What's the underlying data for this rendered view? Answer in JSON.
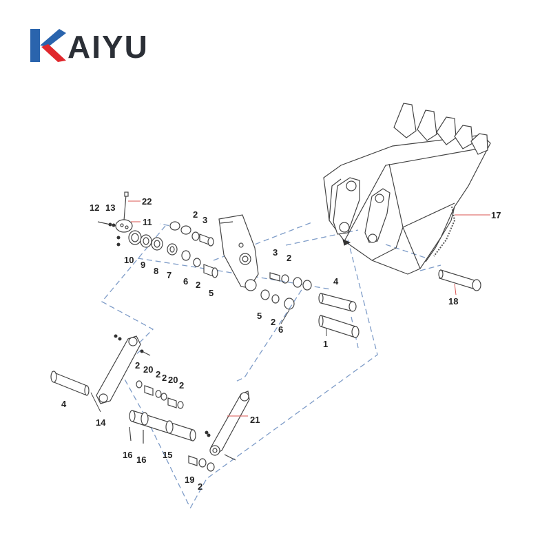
{
  "brand": {
    "name": "KAIYU",
    "word_after_mark": "AIYU",
    "colors": {
      "mark_blue": "#2a64ad",
      "mark_red": "#e0282d",
      "text": "#2b2f36"
    }
  },
  "diagram": {
    "type": "exploded-parts-diagram",
    "dash_color": "#7e9cc8",
    "callouts": [
      "22",
      "12",
      "13",
      "11",
      "2",
      "3",
      "10",
      "9",
      "8",
      "7",
      "6",
      "2",
      "5",
      "3",
      "2",
      "4",
      "5",
      "2",
      "6",
      "1",
      "17",
      "18",
      "2",
      "20",
      "2",
      "2",
      "20",
      "2",
      "4",
      "14",
      "21",
      "16",
      "16",
      "15",
      "19",
      "2"
    ]
  }
}
